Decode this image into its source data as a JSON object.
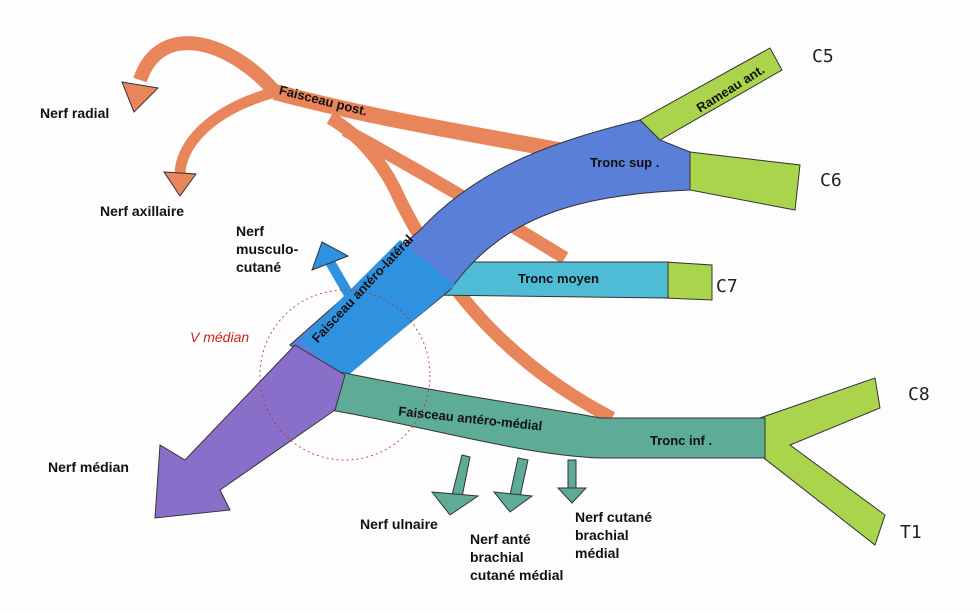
{
  "labels": {
    "faisceau_post": "Faisceau post.",
    "nerf_radial": "Nerf radial",
    "nerf_axillaire": "Nerf axillaire",
    "nerf_musculo_cutane": [
      "Nerf",
      "musculo-",
      "cutané"
    ],
    "v_median": "V médian",
    "faisceau_antero_lateral": "Faisceau antéro-latéral",
    "tronc_sup": "Tronc sup .",
    "rameau_ant": "Rameau ant.",
    "tronc_moyen": "Tronc moyen",
    "faisceau_antero_medial": "Faisceau antéro-médial",
    "tronc_inf": "Tronc inf .",
    "nerf_median": "Nerf médian",
    "nerf_ulnaire": "Nerf ulnaire",
    "nerf_ante_brachial": [
      "Nerf anté",
      "brachial",
      "cutané médial"
    ],
    "nerf_cutane_brachial": [
      "Nerf cutané",
      "brachial",
      "médial"
    ]
  },
  "roots": {
    "c5": "C5",
    "c6": "C6",
    "c7": "C7",
    "c8": "C8",
    "t1": "T1"
  },
  "colors": {
    "posterior": "#e8855a",
    "root": "#a9d44c",
    "upper_trunk": "#5a7fd8",
    "lateral_cord": "#2f92e0",
    "middle_trunk": "#4fbcd6",
    "medial_cord": "#5eab98",
    "median": "#8a6fca",
    "v_median": "#cc2222"
  }
}
